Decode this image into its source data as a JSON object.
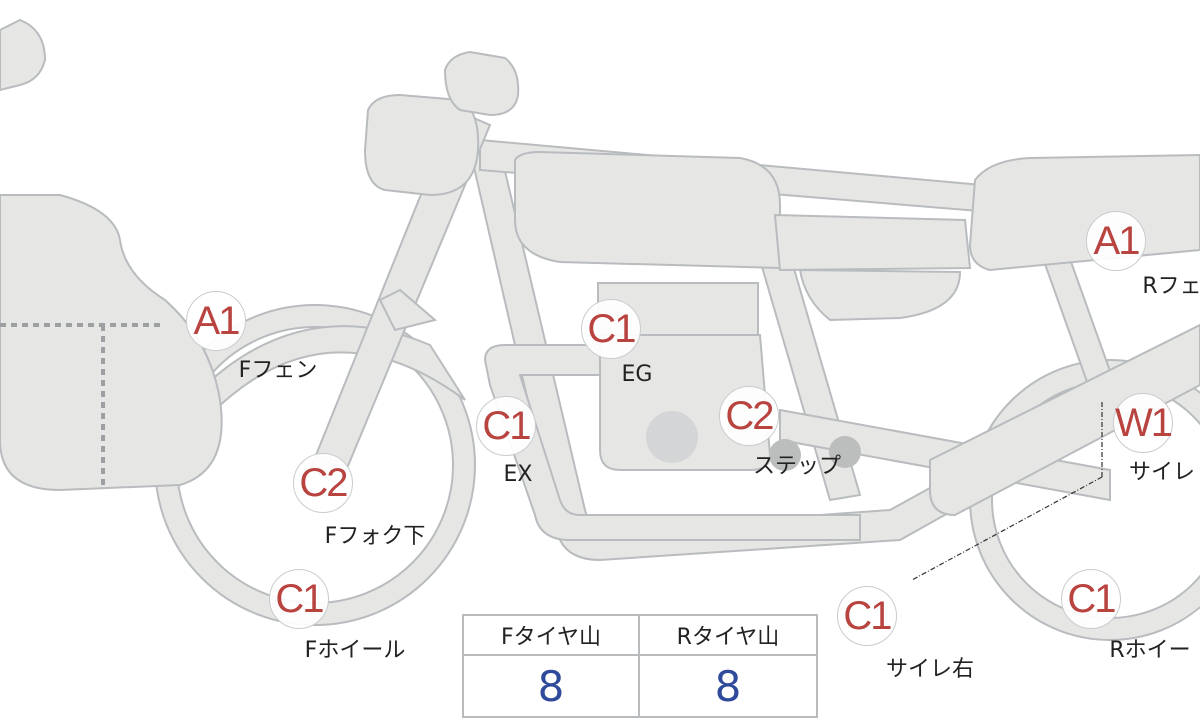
{
  "markers": [
    {
      "code": "A1",
      "label": "Fフェン"
    },
    {
      "code": "C1",
      "label": "EG"
    },
    {
      "code": "C1",
      "label": "EX"
    },
    {
      "code": "C2",
      "label": "ステップ"
    },
    {
      "code": "C2",
      "label": "Fフォク下"
    },
    {
      "code": "C1",
      "label": "Fホイール"
    },
    {
      "code": "C1",
      "label": "サイレ右"
    },
    {
      "code": "A1",
      "label": "Rフェ"
    },
    {
      "code": "W1",
      "label": "サイレ"
    },
    {
      "code": "C1",
      "label": "Rホイー"
    }
  ],
  "tire_table": {
    "headers": [
      "Fタイヤ山",
      "Rタイヤ山"
    ],
    "values": [
      "8",
      "8"
    ]
  },
  "colors": {
    "part_fill": "#e6e7e4",
    "part_stroke": "#b8bcbf",
    "code_text": "#b8433f",
    "value_text": "#2f4a9a"
  }
}
